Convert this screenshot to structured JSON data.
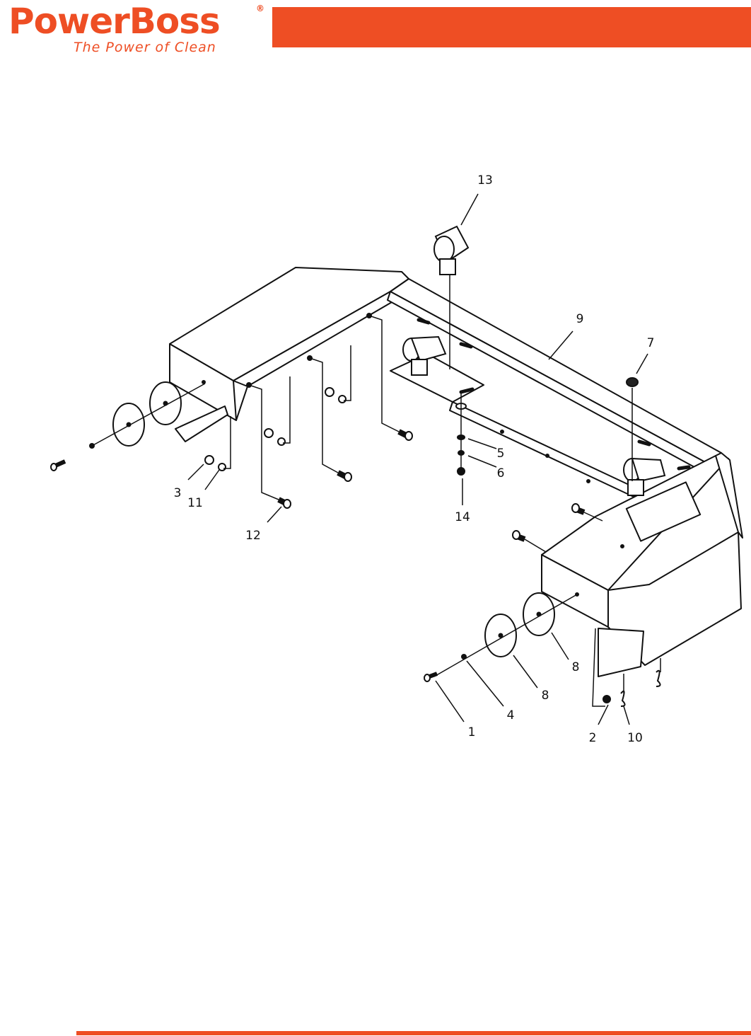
{
  "brand": {
    "name": "PowerBoss",
    "registered_mark": "®",
    "tagline": "The Power of Clean",
    "color": "#ee4e24"
  },
  "diagram": {
    "line_color": "#111111",
    "callouts": [
      "13",
      "9",
      "7",
      "5",
      "6",
      "14",
      "3",
      "11",
      "12",
      "8",
      "8",
      "4",
      "1",
      "2",
      "10"
    ],
    "icons": [
      "light-assembly-icon",
      "reflector-icon",
      "bolt-icon",
      "nut-icon",
      "grommet-icon",
      "wire-clip-icon"
    ]
  }
}
